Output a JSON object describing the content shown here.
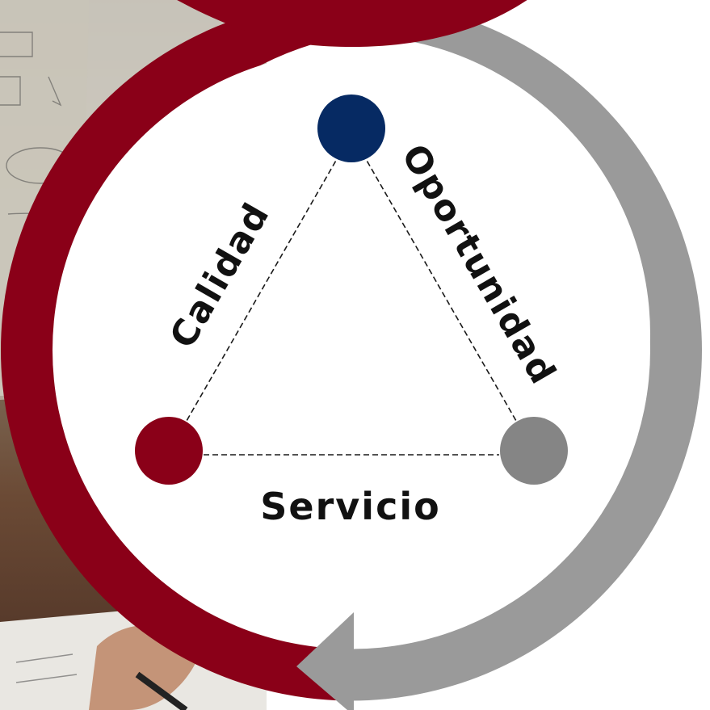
{
  "labels": {
    "left_side": "Calidad",
    "right_side": "Oportunidad",
    "bottom_side": "Servicio"
  },
  "colors": {
    "red": "#8a0018",
    "gray": "#9a9a9a",
    "node_top": "#062a63",
    "node_left": "#8a0018",
    "node_right": "#858585",
    "inner": "#ffffff"
  }
}
